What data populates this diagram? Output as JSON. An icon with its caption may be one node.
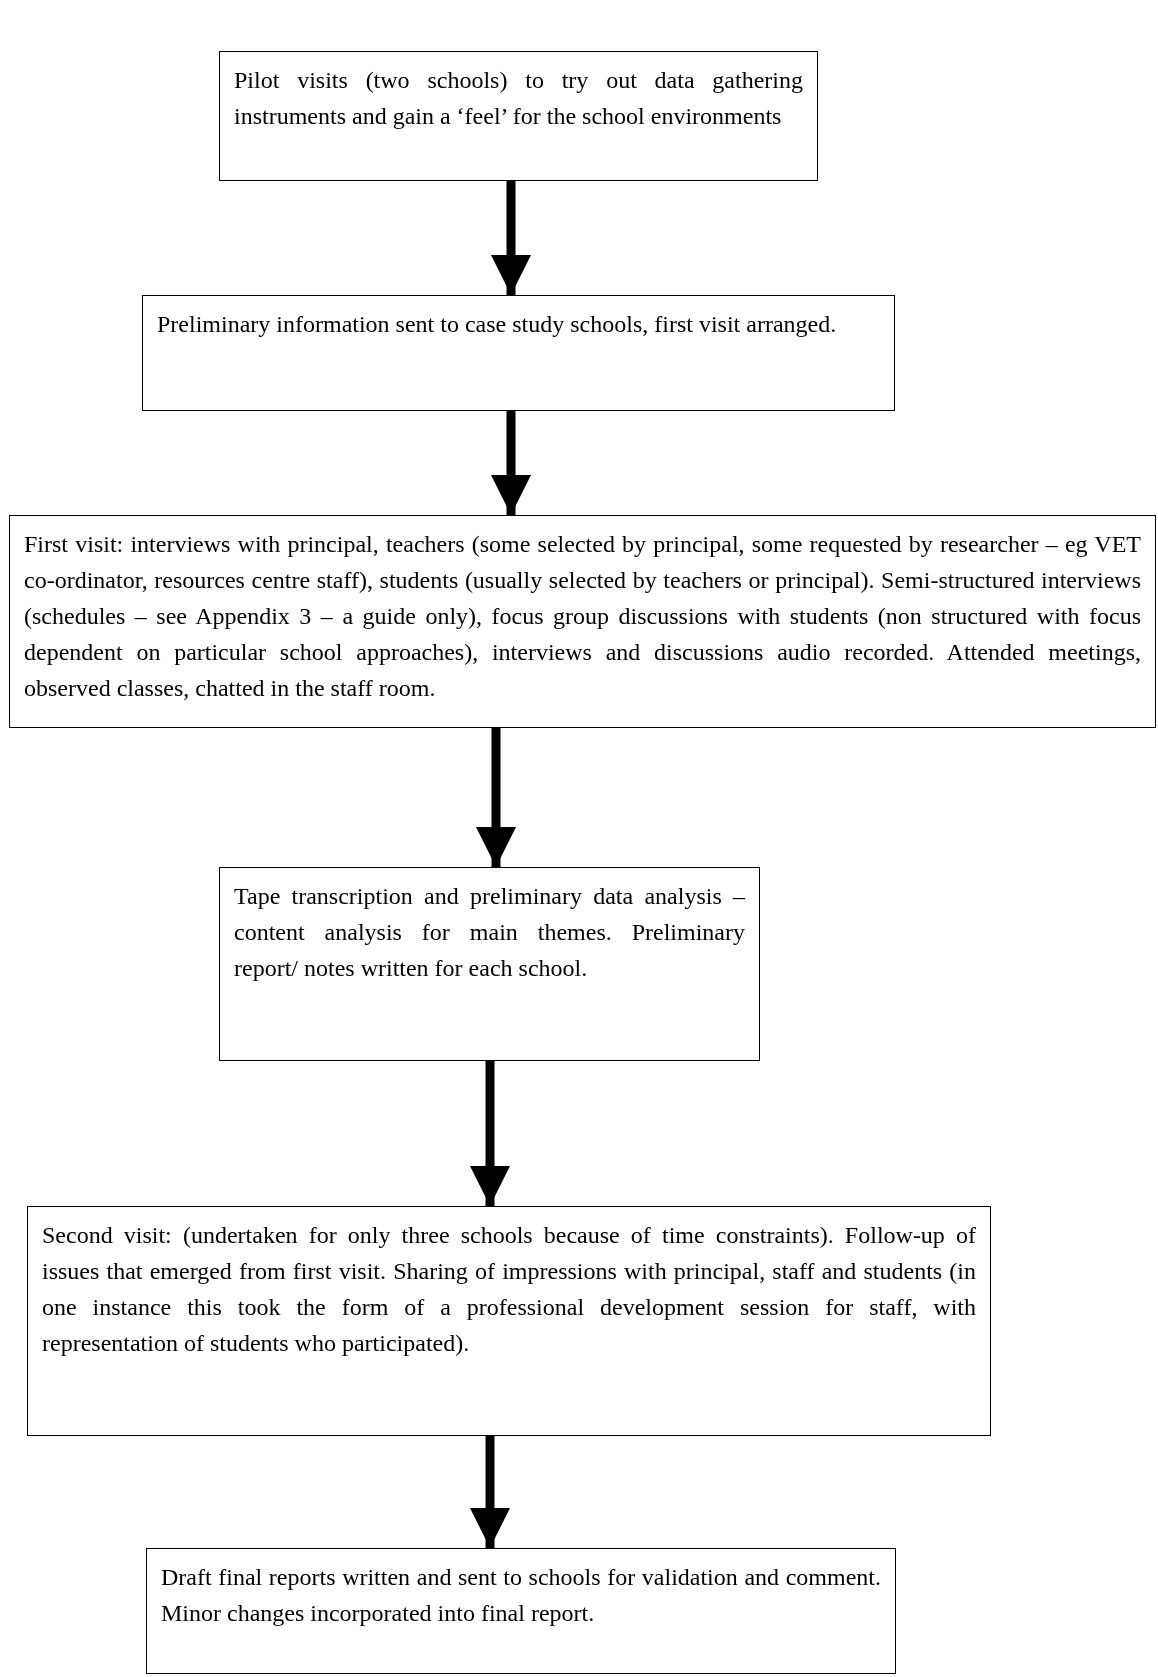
{
  "diagram": {
    "nodes": [
      {
        "text": [
          "Pilot visits (two schools) to try out data gathering instruments and gain a ‘feel’ for the school environments"
        ]
      },
      {
        "text": [
          "Preliminary information sent to case study schools, first visit arranged."
        ]
      },
      {
        "text": [
          "First visit: interviews with principal, teachers (some selected by principal, some requested by researcher – eg VET co-ordinator, resources centre staff), students (usually selected by teachers or principal). Semi-structured interviews (schedules – see Appendix 3 – a guide only), focus group discussions with students (non structured with focus dependent on particular school approaches), interviews and discussions audio recorded. Attended meetings, observed classes, chatted in the staff room."
        ]
      },
      {
        "text": [
          "Tape transcription and preliminary data analysis – content analysis for main themes. Preliminary report/ notes written for each school."
        ]
      },
      {
        "text": [
          "Second visit: (undertaken for only three schools because of time constraints). Follow-up of issues that emerged from first visit. Sharing of impressions with principal, staff and students (in one instance this took the form of a professional development session for staff, with representation of students who participated)."
        ]
      },
      {
        "text": [
          "Draft final reports written and sent to schools for validation and comment. Minor changes incorporated into final report."
        ]
      }
    ],
    "edges": [
      {
        "from": 0,
        "to": 1,
        "arrow": "to"
      },
      {
        "from": 1,
        "to": 2,
        "arrow": "to"
      },
      {
        "from": 2,
        "to": 3,
        "arrow": "to"
      },
      {
        "from": 3,
        "to": 4,
        "arrow": "to"
      },
      {
        "from": 4,
        "to": 5,
        "arrow": "to"
      }
    ]
  }
}
